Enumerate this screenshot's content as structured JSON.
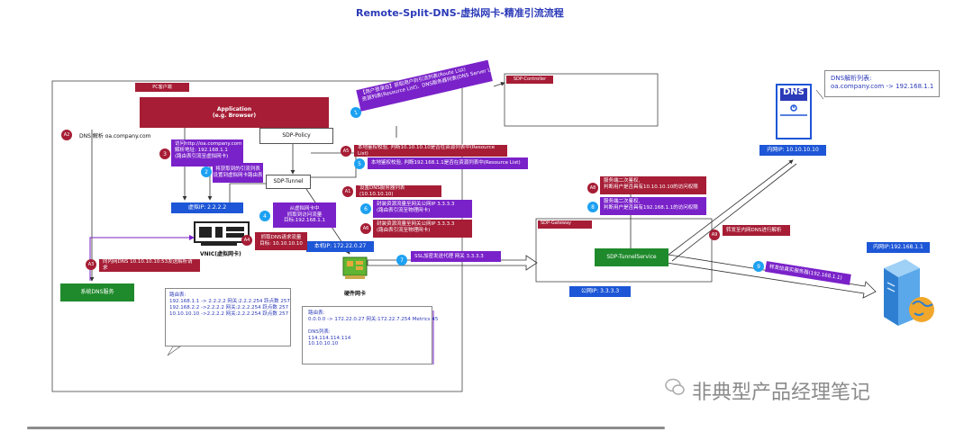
{
  "title": "Remote-Split-DNS-虚拟网卡-精准引流流程",
  "pc_client": {
    "label": "PC客户端"
  },
  "application": {
    "label": "Application\n(e.g. Browser)"
  },
  "sdp_policy": {
    "label": "SDP-Policy"
  },
  "sdp_tunnel": {
    "label": "SDP-Tunnel"
  },
  "sdp_controller": {
    "label": "SDP-Controller"
  },
  "sdp_gateway": {
    "label": "SDP-Gateway"
  },
  "tunnel_service": {
    "label": "SDP-TunnelService"
  },
  "public_ip": {
    "label": "公网IP: 3.3.3.3"
  },
  "virtual_ip": {
    "label": "虚拟IP: 2.2.2.2"
  },
  "vnic": {
    "label": "VNIC(虚拟网卡)"
  },
  "local_ip": {
    "label": "本机IP: 172.22.0.27"
  },
  "hardware_nic": {
    "label": "硬件网卡"
  },
  "system_dns": {
    "label": "系统DNS服务"
  },
  "dns_server": {
    "badge": "DNS",
    "ip_label": "内网IP: 10.10.10.10",
    "callout": "DNS解析列表:\noa.company.com -> 192.168.1.1"
  },
  "app_server": {
    "ip_label": "内网IP:192.168.1.1"
  },
  "route_table_vnic": "路由表:\n192.168.1.1 -> 2.2.2.2 网关:2.2.2.254 跃点数 257\n192.168.2.2 ->2.2.2.2 网关:2.2.2.254 跃点数 257\n10.10.10.10 ->2.2.2.2 网关:2.2.2.254 跃点数 257",
  "route_table_nic": "路由表:\n0.0.0.0 -> 172.22.0.27 网关:172.22.7.254 Metrics 45\n\nDNS列表:\n114.114.114.114\n10.10.10.10",
  "steps": {
    "A2": {
      "badge": "A2",
      "text": "DNS 解析 oa.company.com"
    },
    "s3": {
      "badge": "3",
      "text": "访问http://oa.company.com\n解析地址: 192.168.1.1\n(路由表引流至虚拟网卡)"
    },
    "s2": {
      "badge": "2",
      "text": "将获取到的引流列表\n设置到虚拟网卡路由表"
    },
    "s4": {
      "badge": "4",
      "text": "从虚拟网卡中\n抓取到访问流量\n目标:192.168.1.1"
    },
    "A4": {
      "badge": "A4",
      "text": "抓取DNS请求流量\n目标: 10.10.10.10"
    },
    "A3": {
      "badge": "A3",
      "text": "向内网DNS 10.10.10.10:53发送解析请求"
    },
    "s1": {
      "badge": "1",
      "text": "【用户登录后】获取用户的引流列表(Route List)\n资源列表(Resource List)、DNS服务器列表(DNS Server List)"
    },
    "A5": {
      "badge": "A5",
      "text": "本地鉴权校验, 判断10.10.10.10是否在资源列表中(Resource List)"
    },
    "s5": {
      "badge": "5",
      "text": "本地鉴权校验, 判断192.168.1.1是否在资源列表中(Resource List)"
    },
    "A1": {
      "badge": "A1",
      "text": "设置DNS服务器列表(10.10.10.10)"
    },
    "s6": {
      "badge": "6",
      "text": "封装资源流量至网关公网IP 3.3.3.3\n(路由表引流至物理网卡)"
    },
    "A6": {
      "badge": "A6",
      "text": "封装资源流量至网关公网IP 3.3.3.3\n(路由表引流至物理网卡)"
    },
    "s7": {
      "badge": "7",
      "text": "SSL加密发送代理 网关 3.3.3.3"
    },
    "A8": {
      "badge": "A8",
      "text": "服务端二次鉴权,\n判断用户是否具有10.10.10.10的访问权限"
    },
    "s8": {
      "badge": "8",
      "text": "服务端二次鉴权,\n判断用户是否具有192.168.1.1的访问权限"
    },
    "A9": {
      "badge": "A9",
      "text": "转发至内网DNS进行解析"
    },
    "s9": {
      "badge": "9",
      "text": "转发给真实服务器(192.168.1.1)"
    }
  },
  "watermark": "非典型产品经理笔记",
  "colors": {
    "red": "#a61d35",
    "purple": "#7a22c9",
    "blue": "#1d56d6",
    "green": "#1f8a2c",
    "cyan": "#1da1f2"
  }
}
